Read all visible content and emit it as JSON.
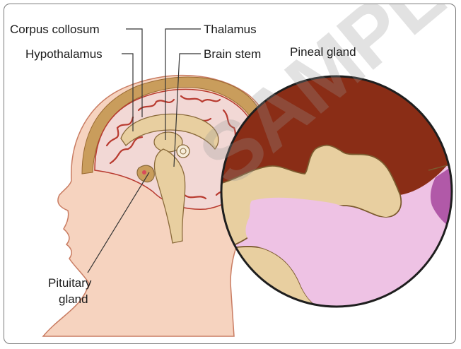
{
  "labels": {
    "corpus_collosum": "Corpus collosum",
    "hypothalamus": "Hypothalamus",
    "thalamus": "Thalamus",
    "brain_stem": "Brain stem",
    "pineal_gland": "Pineal gland",
    "pituitary_line1": "Pituitary",
    "pituitary_line2": "gland"
  },
  "watermark": "SAMPLE",
  "colors": {
    "skin": "#f6d3bf",
    "skin_outline": "#c97c62",
    "brain": "#f2d8d5",
    "gyri": "#b83a2f",
    "skull": "#c99d5c",
    "pineal_brown": "#8a2d16",
    "tan": "#e8cfa0",
    "pink": "#eec2e4",
    "purple": "#b159a8"
  }
}
